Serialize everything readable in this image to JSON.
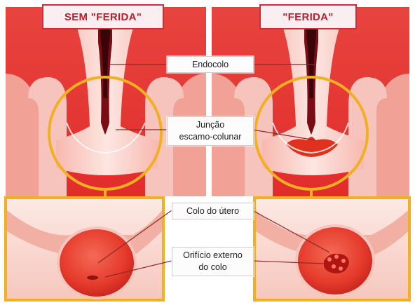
{
  "panels": {
    "left_title": "SEM \"FERIDA\"",
    "right_title": "\"FERIDA\""
  },
  "labels": {
    "endocolo": "Endocolo",
    "juncao_line1": "Junção",
    "juncao_line2": "escamo-colunar",
    "colo": "Colo do útero",
    "orificio_line1": "Orifício externo",
    "orificio_line2": "do colo"
  },
  "colors": {
    "tissue_red": "#e32b2b",
    "pink": "#f7c4bd",
    "highlight_ring": "#f0b022",
    "title_red": "#c21d2b"
  }
}
